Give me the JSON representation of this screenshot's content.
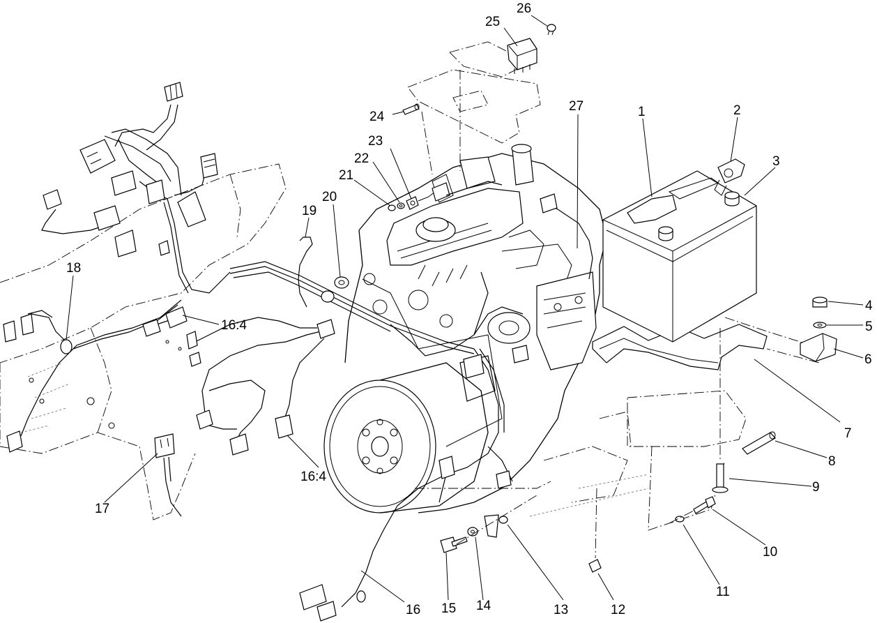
{
  "callouts": [
    {
      "id": "c1",
      "text": "1"
    },
    {
      "id": "c2",
      "text": "2"
    },
    {
      "id": "c3",
      "text": "3"
    },
    {
      "id": "c4",
      "text": "4"
    },
    {
      "id": "c5",
      "text": "5"
    },
    {
      "id": "c6",
      "text": "6"
    },
    {
      "id": "c7",
      "text": "7"
    },
    {
      "id": "c8",
      "text": "8"
    },
    {
      "id": "c9",
      "text": "9"
    },
    {
      "id": "c10",
      "text": "10"
    },
    {
      "id": "c11",
      "text": "11"
    },
    {
      "id": "c12",
      "text": "12"
    },
    {
      "id": "c13",
      "text": "13"
    },
    {
      "id": "c14",
      "text": "14"
    },
    {
      "id": "c15",
      "text": "15"
    },
    {
      "id": "c16",
      "text": "16"
    },
    {
      "id": "c16a",
      "text": "16:4"
    },
    {
      "id": "c16b",
      "text": "16:4"
    },
    {
      "id": "c17",
      "text": "17"
    },
    {
      "id": "c18",
      "text": "18"
    },
    {
      "id": "c19",
      "text": "19"
    },
    {
      "id": "c20",
      "text": "20"
    },
    {
      "id": "c21",
      "text": "21"
    },
    {
      "id": "c22",
      "text": "22"
    },
    {
      "id": "c23",
      "text": "23"
    },
    {
      "id": "c24",
      "text": "24"
    },
    {
      "id": "c25",
      "text": "25"
    },
    {
      "id": "c26",
      "text": "26"
    },
    {
      "id": "c27",
      "text": "27"
    }
  ]
}
